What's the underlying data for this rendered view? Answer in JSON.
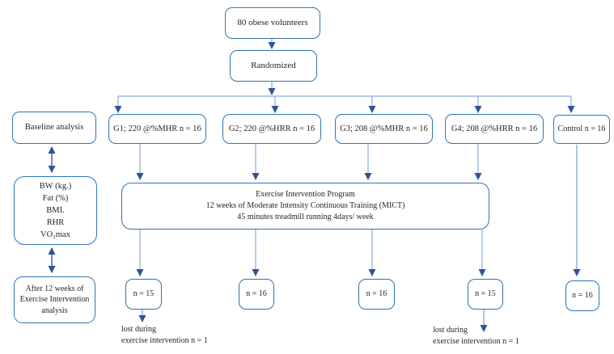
{
  "colors": {
    "box_border": "#2e75b6",
    "connector_stem": "#8faadc",
    "arrowhead": "#2f5496",
    "double_arrow": "#4472c4",
    "text": "#262626"
  },
  "flow": {
    "volunteers": "80 obese volunteers",
    "randomized": "Randomized",
    "groups": [
      "G1; 220 @%MHR n = 16",
      "G2; 220 @%HRR n = 16",
      "G3; 208 @%MHR n = 16",
      "G4; 208 @%HRR n = 16",
      "Control n = 16"
    ],
    "intervention": {
      "line1": "Exercise Intervention Program",
      "line2": "12 weeks of Moderate Intensity Continuous Training (MICT)",
      "line3": "45 minutes treadmill running 4days/ week"
    },
    "outcomes": [
      "n = 15",
      "n = 16",
      "n = 16",
      "n = 15",
      "n = 16"
    ],
    "dropouts": [
      {
        "line1": "lost during",
        "line2": "exercise intervention n = 1"
      },
      {
        "line1": "lost during",
        "line2": "exercise intervention n = 1"
      }
    ]
  },
  "analysis": {
    "baseline": "Baseline analysis",
    "measures": [
      "BW (kg.)",
      "Fat (%)",
      "BMI.",
      "RHR",
      "VO₂max"
    ],
    "after": {
      "line1": "After 12 weeks of",
      "line2": "Exercise Intervention",
      "line3": "analysis"
    }
  }
}
